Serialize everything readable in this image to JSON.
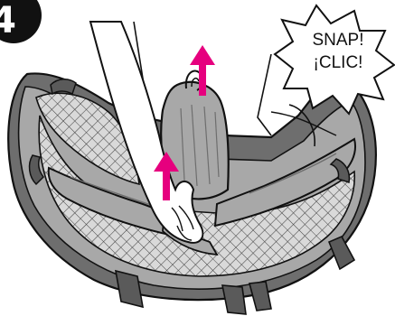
{
  "step": {
    "number": "4"
  },
  "sound_effect": {
    "line_1": "SNAP!",
    "line_2": "¡CLIC!"
  },
  "colors": {
    "arrow": "#e6007e",
    "seat_fabric": "#a8a8a8",
    "seat_shadow": "#6e6e6e",
    "mesh_pad": "#d9d9d9",
    "frame": "#5a5a5a",
    "outline": "#111111",
    "hand": "#ffffff"
  },
  "icons": {
    "arrow_upper": "arrow-up-icon",
    "arrow_lower": "arrow-up-icon",
    "burst": "speech-burst-icon"
  }
}
